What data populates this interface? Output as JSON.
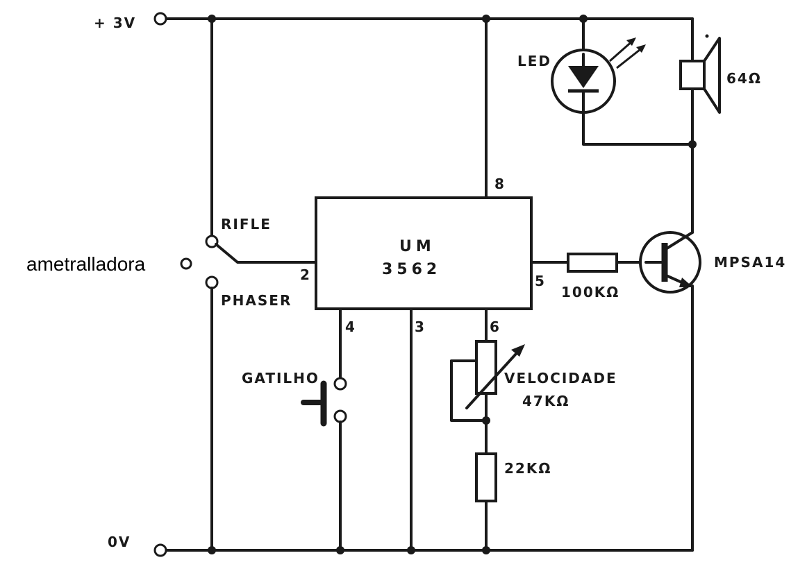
{
  "labels": {
    "supply_pos": "+ 3V",
    "supply_gnd": "0V",
    "mode_rifle": "RIFLE",
    "mode_machinegun": "ametralladora",
    "mode_phaser": "PHASER",
    "trigger": "GATILHO",
    "ic_name_line1": "UM",
    "ic_name_line2": "3562",
    "led": "LED",
    "speaker": "64Ω",
    "resistor_base": "100KΩ",
    "transistor": "MPSA14",
    "pot_name": "VELOCIDADE",
    "pot_value": "47KΩ",
    "resistor_series": "22KΩ"
  },
  "pins": {
    "p2": "2",
    "p3": "3",
    "p4": "4",
    "p5": "5",
    "p6": "6",
    "p8": "8"
  },
  "colors": {
    "ink": "#1a1a1a",
    "paper": "#ffffff"
  }
}
